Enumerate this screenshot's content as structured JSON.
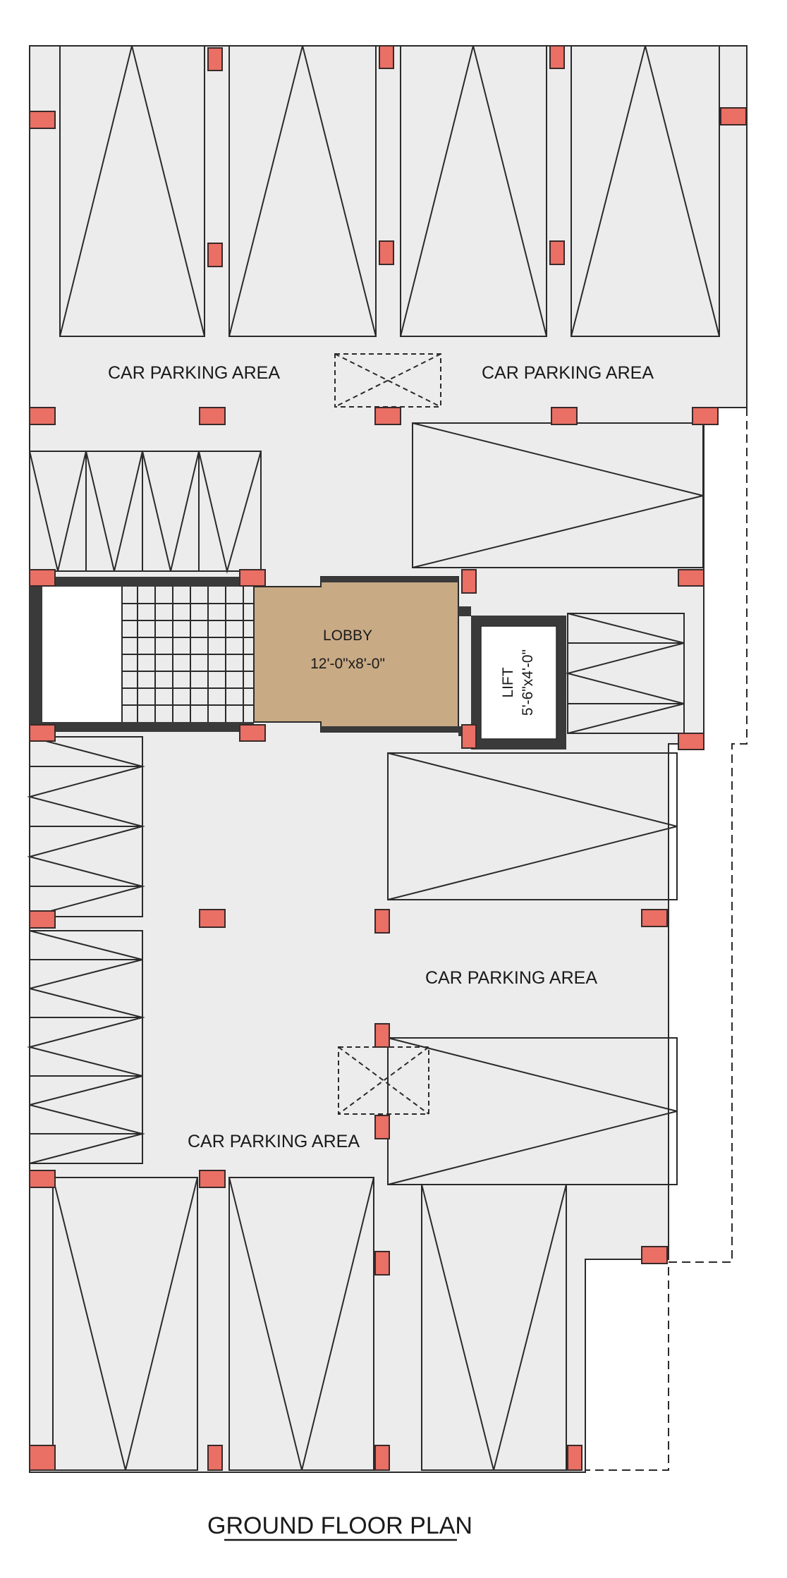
{
  "plan": {
    "title": "GROUND FLOOR PLAN",
    "labels": {
      "parking_top_left": "CAR PARKING AREA",
      "parking_top_right": "CAR PARKING AREA",
      "parking_middle_right": "CAR PARKING AREA",
      "parking_bottom_left": "CAR PARKING AREA",
      "lobby_name": "LOBBY",
      "lobby_size": "12'-0\"x8'-0\"",
      "lift_name": "LIFT",
      "lift_size": "5'-6\"x4'-0\""
    },
    "colors": {
      "floor": "#ececec",
      "line": "#2a2a2a",
      "column": "#ea6f64",
      "lobby": "#c8aa85",
      "wall": "#3a3a3a",
      "paper": "#ffffff"
    }
  }
}
